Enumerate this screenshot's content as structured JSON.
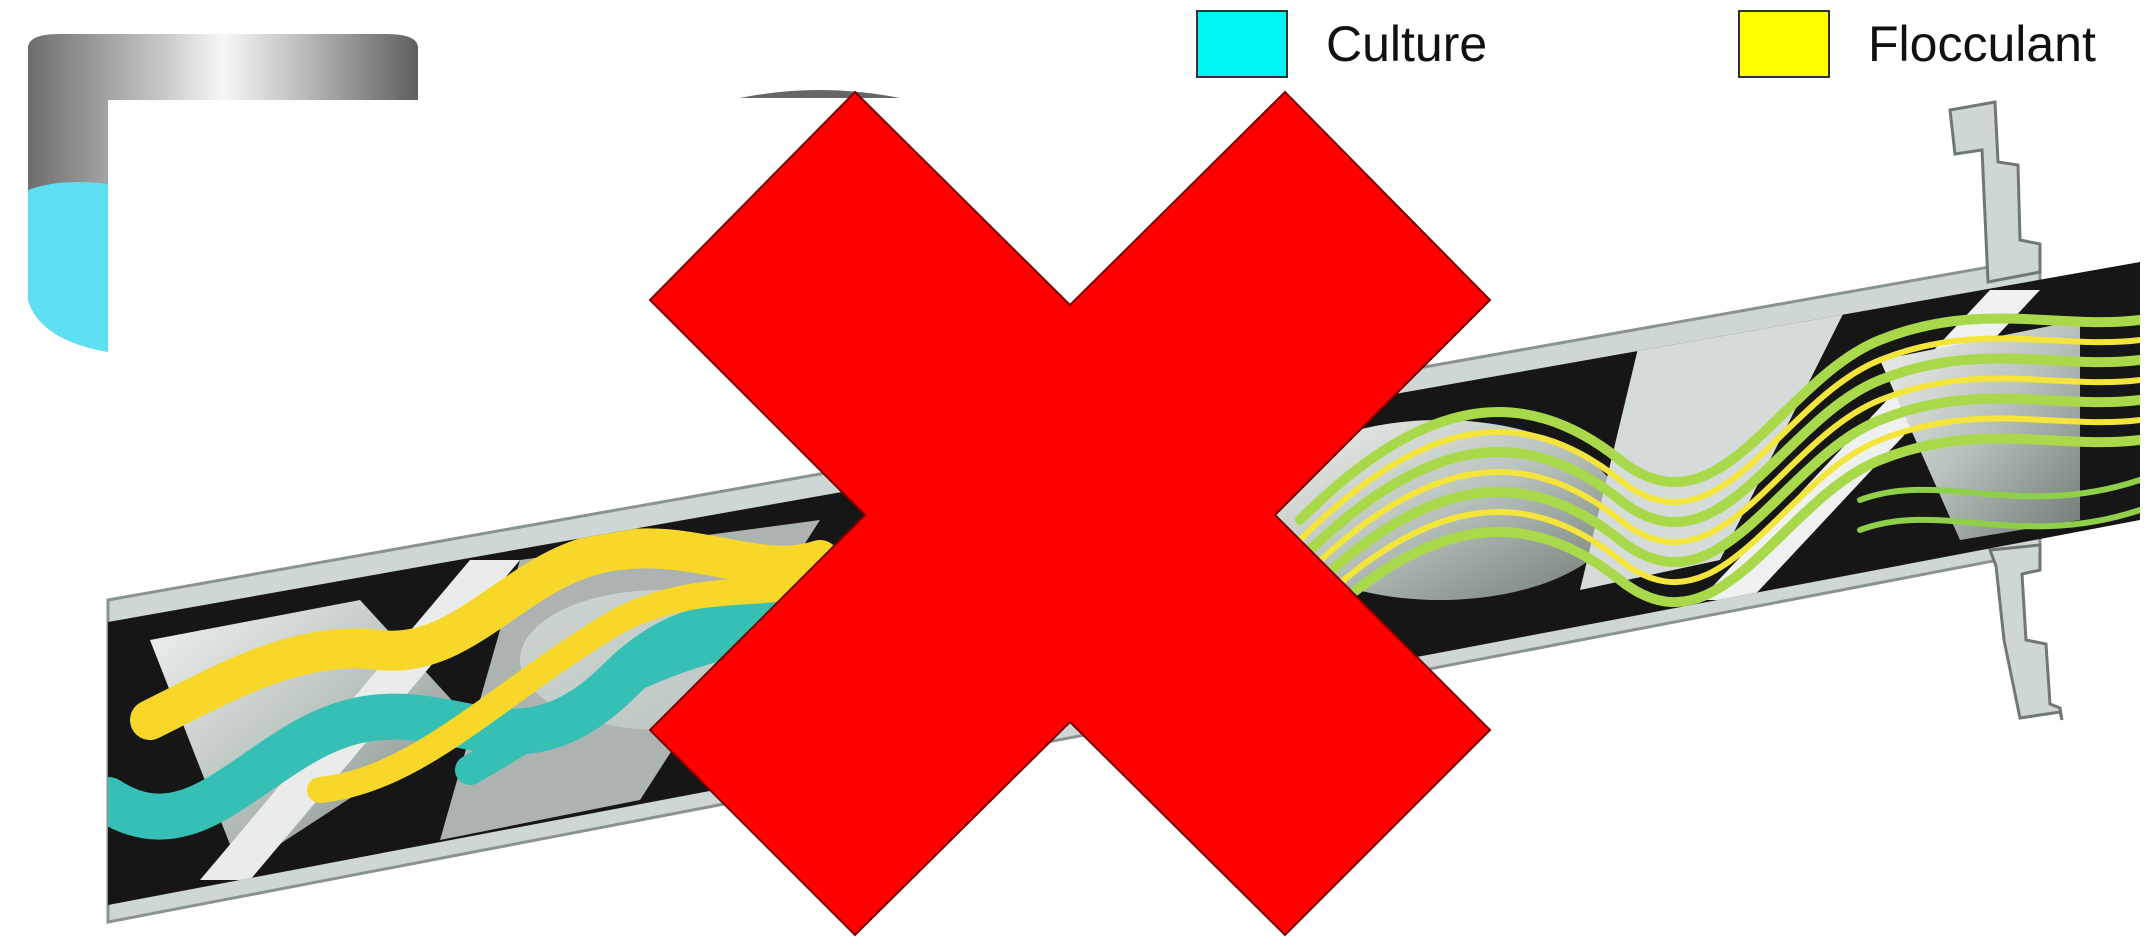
{
  "legend": {
    "items": [
      {
        "label": "Culture",
        "color": "#00f5f5"
      },
      {
        "label": "Flocculant",
        "color": "#ffff00"
      }
    ]
  },
  "colors": {
    "culture_stream": "#36bfb4",
    "flocculant_stream": "#f7d72a",
    "mixed_stream": "#a9d94a",
    "pipe_wall": "#cfd6d6",
    "pipe_interior": "#161616",
    "cross_mark": "#ff0000",
    "tank_liquid": "#5fdff2"
  },
  "icons": {
    "tank": "culture-tank",
    "mixer": "static-mixer-pipe",
    "overlay": "red-cross-mark"
  }
}
